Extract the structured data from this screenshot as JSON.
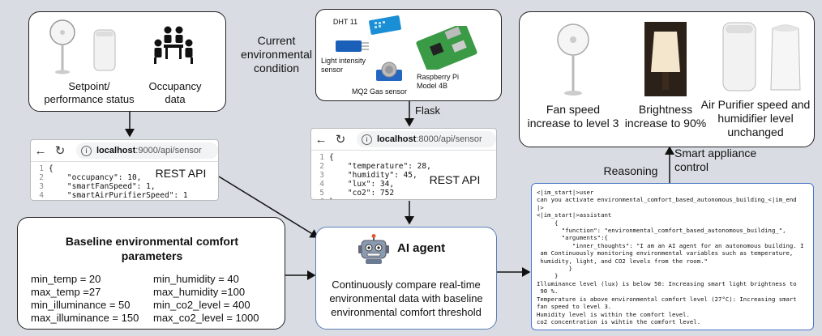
{
  "occupancy_box": {
    "setpoint_label": "Setpoint/\nperformance status",
    "occupancy_label": "Occupancy\ndata"
  },
  "sensor_box": {
    "condition_label": "Current\nenvironmental\ncondition",
    "dht_label": "DHT 11",
    "light_label": "Light intensity\nsensor",
    "mq2_label": "MQ2 Gas sensor",
    "rpi_label": "Raspberry Pi\nModel 4B",
    "flask_label": "Flask"
  },
  "appliance_box": {
    "fan_label": "Fan speed\nincrease to level 3",
    "brightness_label": "Brightness\nincrease to 90%",
    "purifier_label": "Air Purifier speed and\nhumidifier level\nunchanged",
    "control_label": "Smart appliance\ncontrol"
  },
  "browser_left": {
    "url_host": "localhost",
    "url_rest": ":9000/api/sensor",
    "rest_label": "REST API",
    "lines": [
      "{",
      "    \"occupancy\": 10,",
      "    \"smartFanSpeed\": 1,",
      "    \"smartAirPurifierSpeed\": 1",
      "}"
    ]
  },
  "browser_mid": {
    "url_host": "localhost",
    "url_rest": ":8000/api/sensor",
    "rest_label": "REST API",
    "lines": [
      "{",
      "    \"temperature\": 28,",
      "    \"humidity\": 45,",
      "    \"lux\": 34,",
      "    \"co2\": 752",
      "}"
    ]
  },
  "baseline": {
    "title": "Baseline environmental comfort\nparameters",
    "left": [
      "min_temp = 20",
      "max_temp =27",
      "min_illuminance = 50",
      "max_illuminance = 150"
    ],
    "right": [
      "min_humidity = 40",
      "max_humidity =100",
      "min_co2_level = 400",
      "max_co2_level = 1000"
    ]
  },
  "agent": {
    "title": "AI agent",
    "description": "Continuously compare real-time\nenvironmental data with baseline\nenvironmental comfort threshold"
  },
  "reasoning": {
    "label": "Reasoning",
    "text": "<|im_start|>user\ncan you activate environmental_comfort_based_autonomous_building_<|im_end\n|>\n<|im_start|>assistant\n     {\n       \"function\": \"environmental_comfort_based_autonomous_building_\",\n       \"arguments\":{\n          \"inner_thoughts\": \"I am an AI agent for an autonomous building. I\n am Continuously monitoring environmental variables such as temperature,\n humidity, light, and CO2 levels from the room.\"\n         }\n     }\nIlluminance level (lux) is below 50: Increasing smart light brightness to\n 90 %.\nTemperature is above environmental comfort level (27°C): Increasing smart\nfan speed to level 3.\nHumidity level is within the comfort level.\nco2 concentration is wihtin the comfort level."
  }
}
